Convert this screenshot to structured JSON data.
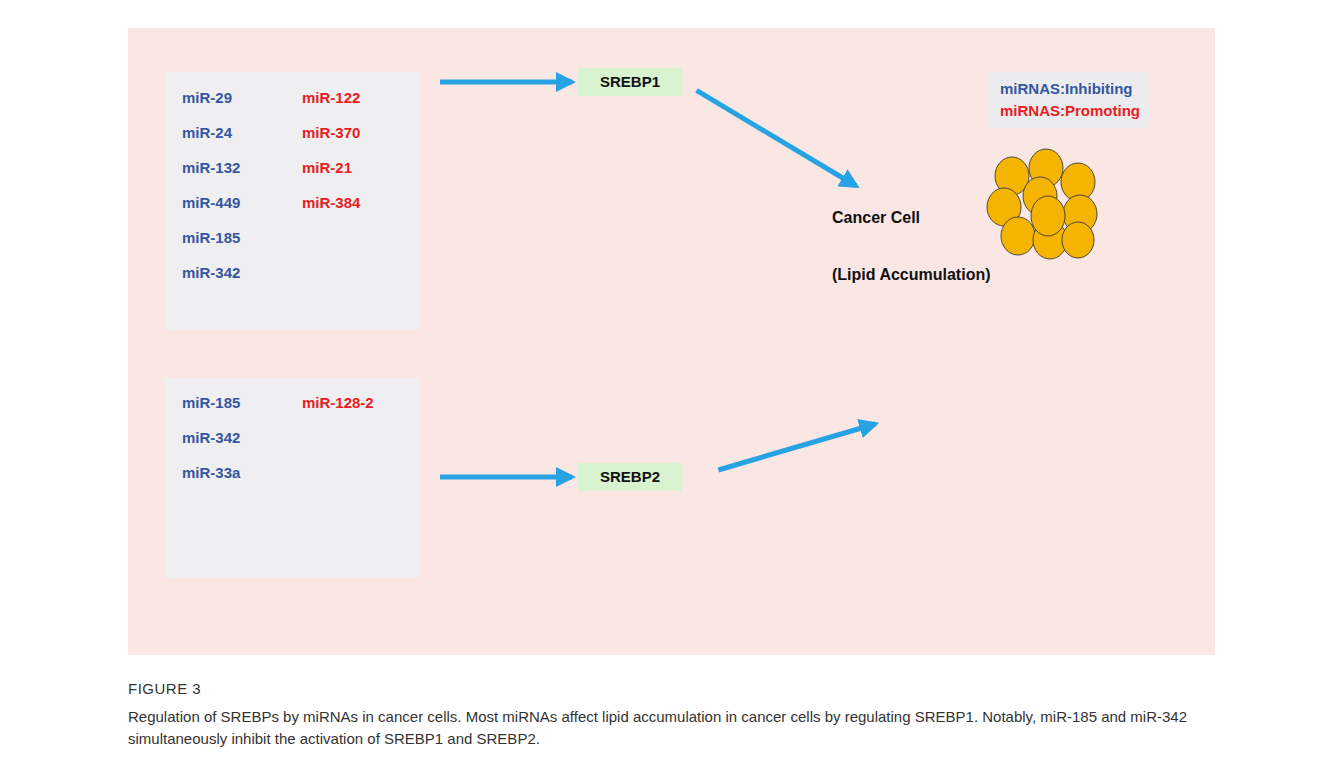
{
  "diagram": {
    "caption": "Regulation of SREBPs by miRNAs in cancer cells. Most miRNAs affect lipid accumulation in cancer cells by regulating SREBP1. Notably, miR-185 and miR-342 simultaneously inhibit the activation of SREBP1 and SREBP2.",
    "nodes": [
      {
        "text": [
          "miR-29",
          "miR-24",
          "miR-132",
          "miR-449",
          "miR-185",
          "miR-342",
          "miR-122",
          "miR-370",
          "miR-21",
          "miR-384"
        ]
      },
      {
        "text": [
          "SREBP1"
        ]
      },
      {
        "text": [
          "miR-185",
          "miR-342",
          "miR-33a",
          "miR-128-2"
        ]
      },
      {
        "text": [
          "SREBP2"
        ]
      },
      {
        "text": [
          "Cancer Cell",
          "(Lipid Accumulation)"
        ]
      }
    ],
    "edges": [
      {
        "from": 0,
        "to": 1,
        "arrow": "to"
      },
      {
        "from": 2,
        "to": 3,
        "arrow": "to"
      },
      {
        "from": 1,
        "to": 4,
        "arrow": "to"
      },
      {
        "from": 3,
        "to": 4,
        "arrow": "to"
      }
    ],
    "labels": [
      "FIGURE 3"
    ],
    "legend": [
      {
        "text": "miRNAS:Inhibiting",
        "color": "#3556a0"
      },
      {
        "text": "miRNAS:Promoting",
        "color": "#e8201f"
      }
    ]
  }
}
